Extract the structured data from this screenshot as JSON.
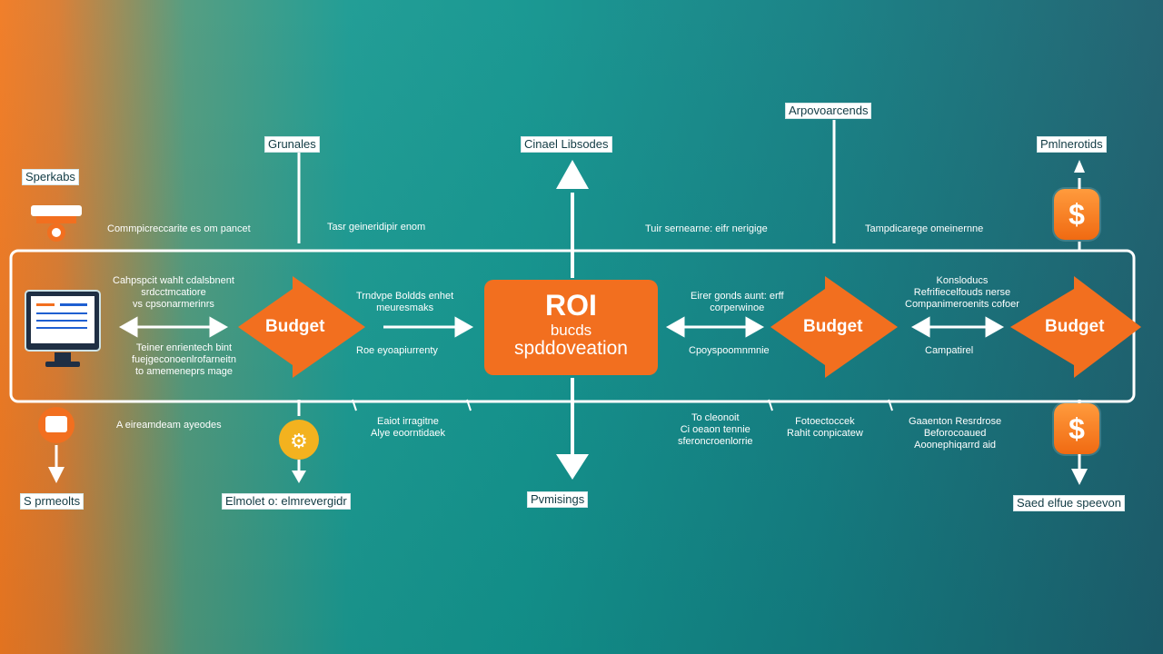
{
  "title_top": {
    "center_label": "Cinael Libsodes",
    "top_right_label": "Arpovoarcends",
    "left_label": "Grunales",
    "far_right_label": "Pmlnerotids",
    "far_left_label": "Sperkabs"
  },
  "center": {
    "title": "ROI",
    "subtitle_1": "bucds",
    "subtitle_2": "spddoveation"
  },
  "arrows": {
    "left_label": "Budget",
    "right_label": "Budget",
    "far_right_label": "Budget"
  },
  "top_notes": {
    "n1": "Commpicreccarite es om pancet",
    "n2": "Tasr geineridipir enom",
    "n3": "Tuir sernearne: eifr nerigige",
    "n4": "Tampdicarege omeinernne"
  },
  "mid_notes": {
    "n1": "Cahpspcit wahlt cdalsbnent\nsrdcctmcatiore\nvs cpsonarmerinrs",
    "n2": "Trndvpe Boldds enhet\nmeuresmaks",
    "n3": "Eirer gonds aunt: erff\ncorperwinoe",
    "n4": "Konsloducs\nRefrifiecelfouds nerse\nCompanimeroenits cofoer",
    "n5": "Teiner enrientech bint\nfuejgeconoenlrofarneitn\nto amemeneprs mage",
    "n6": "Roe eyoapiurrenty",
    "n7": "Cpoyspoomnmnie",
    "n8": "Campatirel"
  },
  "bottom_notes": {
    "n1": "A eireamdeam ayeodes",
    "n2": "Eaiot irragitne\nAlye eoorntidaek",
    "n3": "To cleonoit\nCi oeaon tennie\nsferoncroenlorrie",
    "n4": "Fotoectoccek\nRahit conpicatew",
    "n5": "Gaaenton Resrdrose\nBeforocoaued\nAoonephiqarrd aid"
  },
  "bottom_labels": {
    "far_left": "S prmeolts",
    "left": "Elmolet o: elmrevergidr",
    "center": "Pvmisings",
    "far_right": "Saed elfue speevon"
  },
  "badges": {
    "top_right": "$",
    "bottom_right": "$"
  },
  "colors": {
    "accent_orange": "#f26f1f",
    "line_white": "#ffffff",
    "background_teal": "#12958f"
  }
}
